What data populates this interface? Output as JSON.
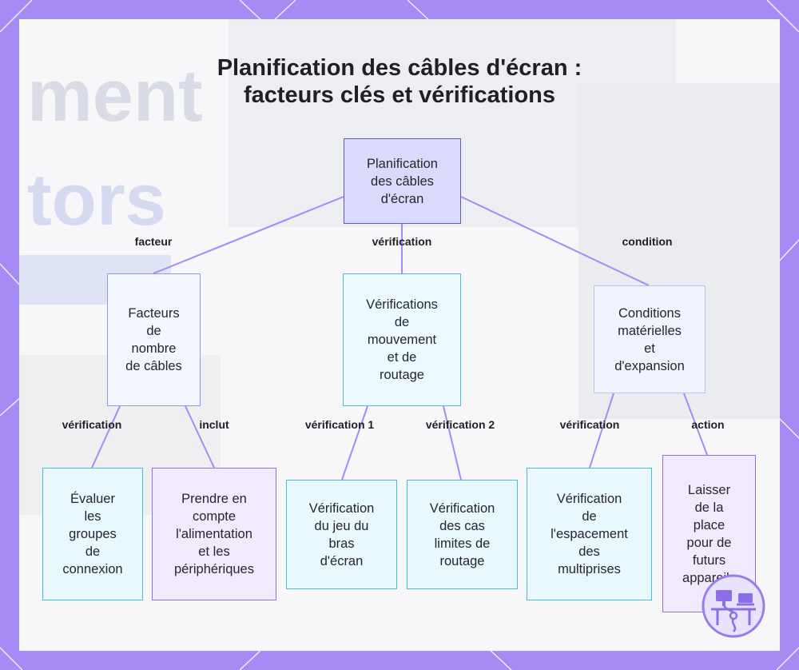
{
  "title_lines": [
    "Planification des câbles d'écran :",
    "facteurs clés et vérifications"
  ],
  "root": {
    "lines": [
      "Planification",
      "des câbles",
      "d'écran"
    ]
  },
  "edge_labels": {
    "facteur": "facteur",
    "verification_main": "vérification",
    "condition": "condition",
    "verification_left": "vérification",
    "inclut": "inclut",
    "verification_1": "vérification 1",
    "verification_2": "vérification 2",
    "verification_right": "vérification",
    "action": "action"
  },
  "categories": [
    {
      "lines": [
        "Facteurs",
        "de",
        "nombre",
        "de câbles"
      ]
    },
    {
      "lines": [
        "Vérifications",
        "de",
        "mouvement",
        "et de",
        "routage"
      ]
    },
    {
      "lines": [
        "Conditions",
        "matérielles",
        "et",
        "d'expansion"
      ]
    }
  ],
  "leaves": [
    {
      "lines": [
        "Évaluer",
        "les",
        "groupes",
        "de",
        "connexion"
      ]
    },
    {
      "lines": [
        "Prendre en",
        "compte",
        "l'alimentation",
        "et les",
        "périphériques"
      ]
    },
    {
      "lines": [
        "Vérification",
        "du jeu du",
        "bras",
        "d'écran"
      ]
    },
    {
      "lines": [
        "Vérification",
        "des cas",
        "limites de",
        "routage"
      ]
    },
    {
      "lines": [
        "Vérification",
        "de",
        "l'espacement",
        "des",
        "multiprises"
      ]
    },
    {
      "lines": [
        "Laisser",
        "de la",
        "place",
        "pour de",
        "futurs",
        "appareils"
      ]
    }
  ],
  "background_text": [
    "ment",
    "tors"
  ],
  "colors": {
    "frame": "#a58cf5",
    "root_fill": "#d9dafc",
    "connector": "#a58cf5",
    "leaf_cyan_border": "#48bed0",
    "leaf_purple_border": "#9a6fd8"
  },
  "icons": [
    "workstation-logo-icon"
  ]
}
